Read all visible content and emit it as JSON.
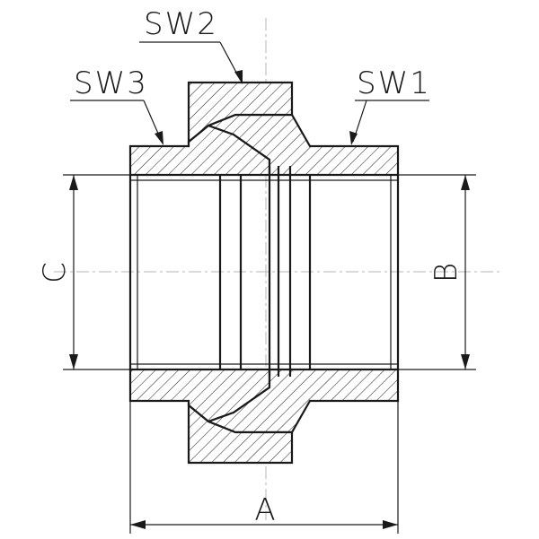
{
  "labels": {
    "sw1": "SW1",
    "sw2": "SW2",
    "sw3": "SW3",
    "a": "A",
    "b": "B",
    "c": "C"
  },
  "colors": {
    "line": "#1a1a1a",
    "centerline": "#b5b5b5",
    "background": "#ffffff"
  }
}
